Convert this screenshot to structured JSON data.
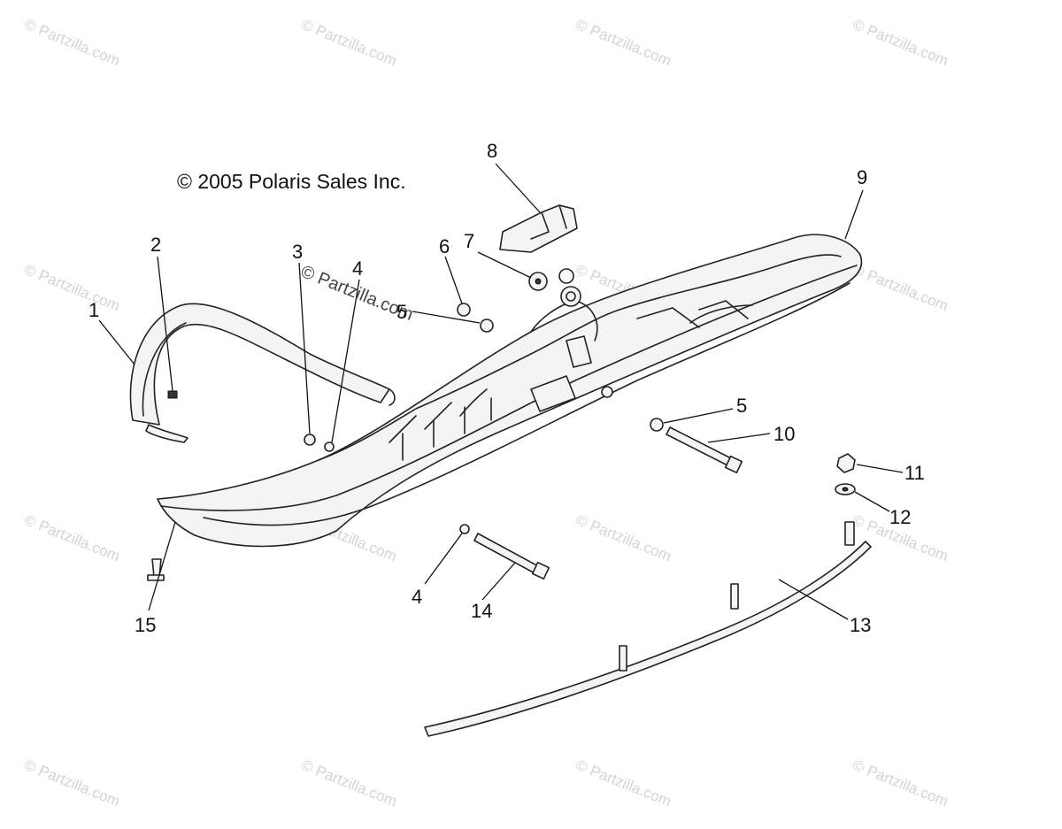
{
  "copyright": "© 2005 Polaris Sales Inc.",
  "watermark_text": "© Partzilla.com",
  "callouts": [
    {
      "id": "c1",
      "label": "1"
    },
    {
      "id": "c2",
      "label": "2"
    },
    {
      "id": "c3",
      "label": "3"
    },
    {
      "id": "c4a",
      "label": "4"
    },
    {
      "id": "c5a",
      "label": "5"
    },
    {
      "id": "c6",
      "label": "6"
    },
    {
      "id": "c7",
      "label": "7"
    },
    {
      "id": "c8",
      "label": "8"
    },
    {
      "id": "c9",
      "label": "9"
    },
    {
      "id": "c5b",
      "label": "5"
    },
    {
      "id": "c10",
      "label": "10"
    },
    {
      "id": "c11",
      "label": "11"
    },
    {
      "id": "c12",
      "label": "12"
    },
    {
      "id": "c13",
      "label": "13"
    },
    {
      "id": "c4b",
      "label": "4"
    },
    {
      "id": "c14",
      "label": "14"
    },
    {
      "id": "c15",
      "label": "15"
    }
  ]
}
